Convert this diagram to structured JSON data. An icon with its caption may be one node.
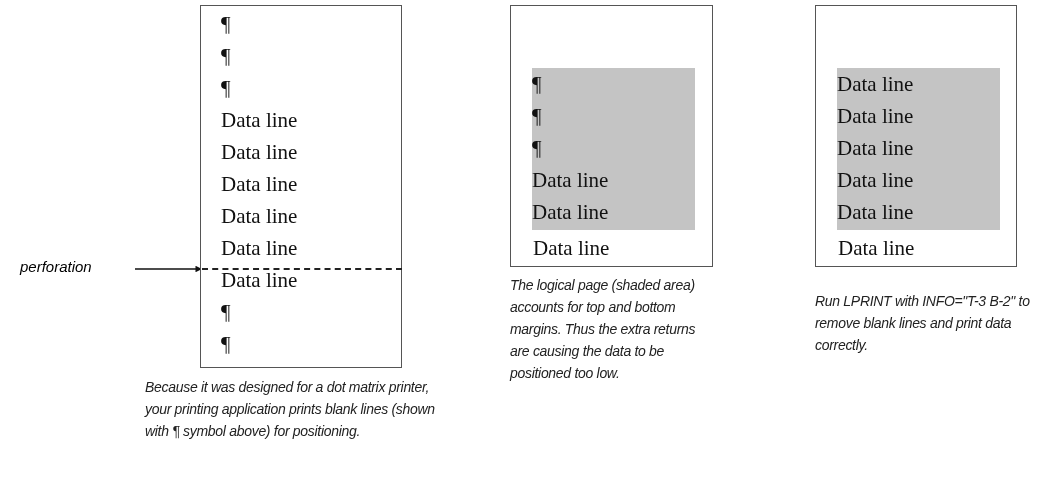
{
  "diagram": {
    "nodes": [
      {
        "text": [
          "perforation"
        ]
      },
      {
        "text": [
          "¶",
          "¶",
          "¶",
          "Data line",
          "Data line",
          "Data line",
          "Data line",
          "Data line",
          "Data line",
          "¶",
          "¶"
        ]
      },
      {
        "text": [],
        "shape": "line",
        "in": 1
      },
      {
        "text": [
          "Data line"
        ]
      },
      {
        "text": [
          "¶",
          "¶",
          "¶",
          "Data line",
          "Data line"
        ],
        "in": 3
      },
      {
        "text": [
          "Data line"
        ]
      },
      {
        "text": [
          "Data line",
          "Data line",
          "Data line",
          "Data line",
          "Data line"
        ],
        "in": 5
      }
    ],
    "edges": [
      {
        "from": 0,
        "to": 2,
        "arrow": "to"
      }
    ],
    "labels": [
      "Because it was designed for a dot matrix printer, your printing application prints blank lines (shown with ¶ symbol above) for positioning.",
      "The logical page (shaded area) accounts for top and bottom margins. Thus the extra returns are causing the data to be positioned too low.",
      "Run LPRINT with INFO=\"T-3 B-2\" to remove blank lines and print data correctly."
    ]
  }
}
